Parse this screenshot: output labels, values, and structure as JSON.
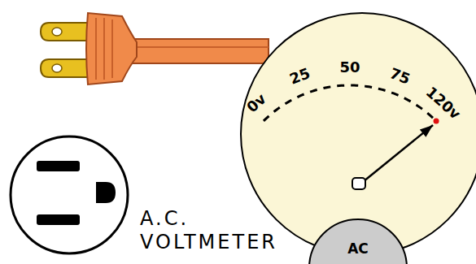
{
  "diagram": {
    "nodes": [
      {
        "text": [
          "0v",
          "25",
          "50",
          "75",
          "120v"
        ]
      },
      {
        "text": [
          "AC"
        ],
        "in": 0
      }
    ],
    "labels": [
      "A.C. VOLTMETER"
    ]
  }
}
